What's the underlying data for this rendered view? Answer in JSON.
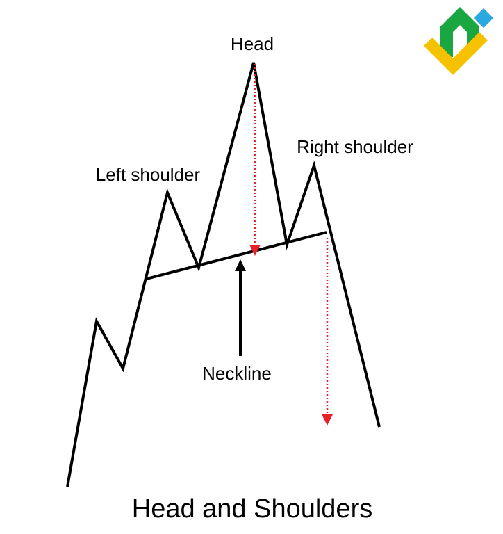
{
  "labels": {
    "head": "Head",
    "left_shoulder": "Left shoulder",
    "right_shoulder": "Right shoulder",
    "neckline": "Neckline"
  },
  "title": "Head and Shoulders",
  "colors": {
    "price_line": "#000000",
    "target_arrow": "#e8202a",
    "logo_green": "#1aa640",
    "logo_blue": "#2aa8e0",
    "logo_yellow": "#f6c200"
  },
  "logo": {
    "icon": "brand-logo-icon"
  }
}
